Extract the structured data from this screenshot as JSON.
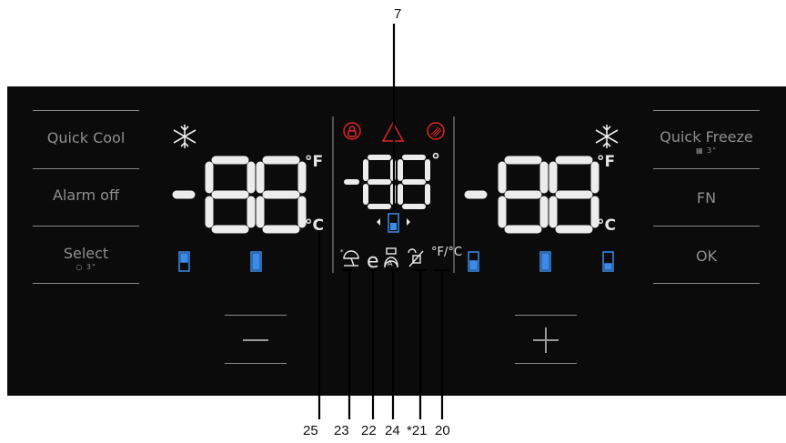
{
  "left_buttons": {
    "quick_cool": "Quick Cool",
    "alarm_off": "Alarm off",
    "select": "Select",
    "select_sub": "3\""
  },
  "right_buttons": {
    "quick_freeze": "Quick Freeze",
    "quick_freeze_sub": "3\"",
    "fn": "FN",
    "ok": "OK"
  },
  "units": {
    "fahrenheit": "°F",
    "celsius": "°C",
    "degree": "°"
  },
  "icon_labels": {
    "fc_toggle": "°F/°C"
  },
  "callouts": {
    "top": "7",
    "n25": "25",
    "n23": "23",
    "n22": "22",
    "n24": "24",
    "n21": "*21",
    "n20": "20"
  },
  "colors": {
    "panel": "#0b0b0b",
    "segment": "#ececec",
    "button_text": "#8f8f8f",
    "accent_blue": "#3d8be8",
    "warning_red": "#e0242a",
    "callout_line": "#000000"
  },
  "icons": [
    "snowflake-icon",
    "lock-icon",
    "warning-icon",
    "filter-icon",
    "vacation-icon",
    "eco-icon",
    "auto-icon",
    "ice-off-icon",
    "fc-toggle-icon",
    "minus-icon",
    "plus-icon",
    "compartment-icon"
  ]
}
